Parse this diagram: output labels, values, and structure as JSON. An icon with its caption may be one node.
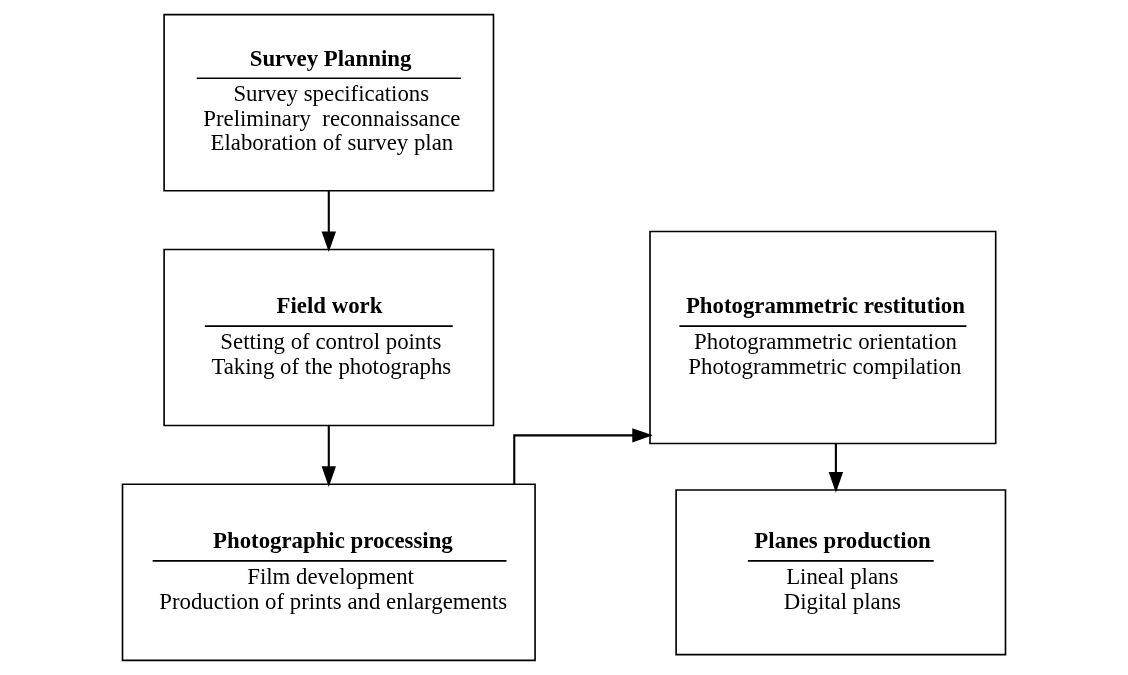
{
  "diagram": {
    "nodes": [
      {
        "text": [
          "Survey Planning",
          "Survey specifications",
          "Preliminary  reconnaissance",
          "Elaboration of survey plan"
        ]
      },
      {
        "text": [
          "Field work",
          "Setting of control points",
          "Taking of the photographs"
        ]
      },
      {
        "text": [
          "Photographic processing",
          "Film development",
          "Production of prints and enlargements"
        ]
      },
      {
        "text": [
          "Photogrammetric restitution",
          "Photogrammetric orientation",
          "Photogrammetric compilation"
        ]
      },
      {
        "text": [
          "Planes production",
          "Lineal plans",
          "Digital plans"
        ]
      }
    ],
    "edges": [
      {
        "from": 0,
        "to": 1,
        "arrow": "to"
      },
      {
        "from": 1,
        "to": 2,
        "arrow": "to"
      },
      {
        "from": 2,
        "to": 3,
        "arrow": "to"
      },
      {
        "from": 3,
        "to": 4,
        "arrow": "to"
      }
    ]
  }
}
